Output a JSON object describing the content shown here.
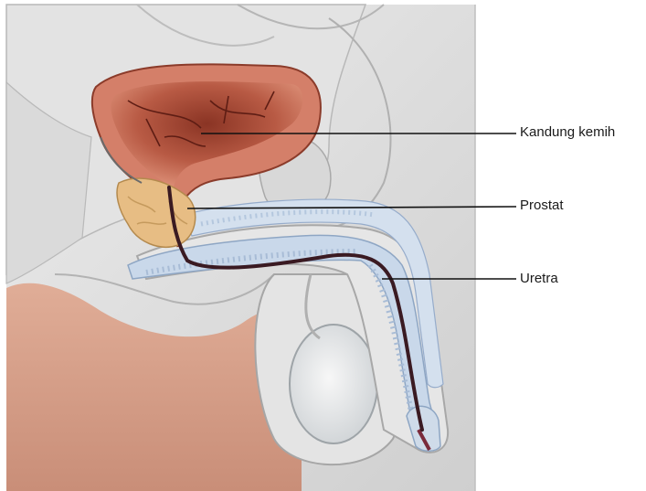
{
  "labels": {
    "bladder": "Kandung kemih",
    "prostate": "Prostat",
    "urethra": "Uretra"
  },
  "colors": {
    "background": "#ffffff",
    "tissue_gray": "#dcdcdc",
    "skin": "#d9a48e",
    "bladder_wall": "#c96a55",
    "bladder_lumen": "#6e2418",
    "prostate": "#e2b67a",
    "spongy_tissue": "#b9cde3",
    "urethra_line": "#3a1a22",
    "leader_line": "#111111"
  }
}
